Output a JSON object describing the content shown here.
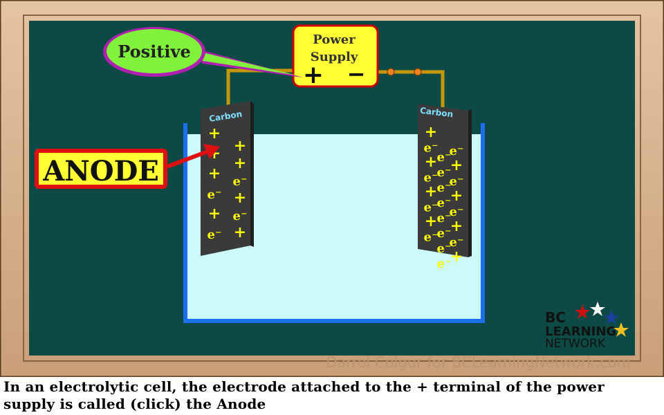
{
  "power_supply": {
    "line1": "Power",
    "line2": "Supply",
    "plus": "+",
    "minus": "−"
  },
  "callout_positive": {
    "label": "Positive"
  },
  "label_anode": {
    "label": "ANODE"
  },
  "electrodes": {
    "left": {
      "name": "Carbon",
      "col1": [
        "+",
        "+",
        "+",
        "e⁻",
        "+",
        "e⁻"
      ],
      "col2": [
        "+",
        "+",
        "e⁻",
        "+",
        "e⁻",
        "+"
      ]
    },
    "right": {
      "name": "Carbon",
      "col1": [
        "+",
        "e⁻",
        "+",
        "e⁻",
        "+",
        "e⁻",
        "+",
        "e⁻"
      ],
      "col2": [
        "e⁻",
        "+",
        "e⁻",
        "+",
        "e⁻",
        "+",
        "e⁻",
        "+"
      ],
      "col3": [
        "e⁻",
        "e⁻",
        "e⁻",
        "e⁻",
        "e⁻",
        "e⁻",
        "e⁻",
        "e⁻"
      ]
    }
  },
  "logo": {
    "line1": "BC",
    "line2": "LEARNING",
    "line3": "NETWORK"
  },
  "watermark": "Darrol Colgur for BCLearningNetwork.com",
  "caption": "In an electrolytic cell, the electrode attached to the + terminal of the power supply is called (click) the Anode",
  "colors": {
    "board": "#0e4a45",
    "frame": "#d7b38f",
    "solution": "#ccfafa",
    "beaker": "#1c6ef2",
    "wire": "#c8960c",
    "supply_fill": "#ffff33",
    "supply_border": "#cc0000",
    "positive_fill": "#80f23c",
    "positive_border": "#b020b0",
    "anode_fill": "#ffff33",
    "anode_border": "#dd1111",
    "electrode": "#3a3a3a",
    "charge": "#ffff00"
  }
}
